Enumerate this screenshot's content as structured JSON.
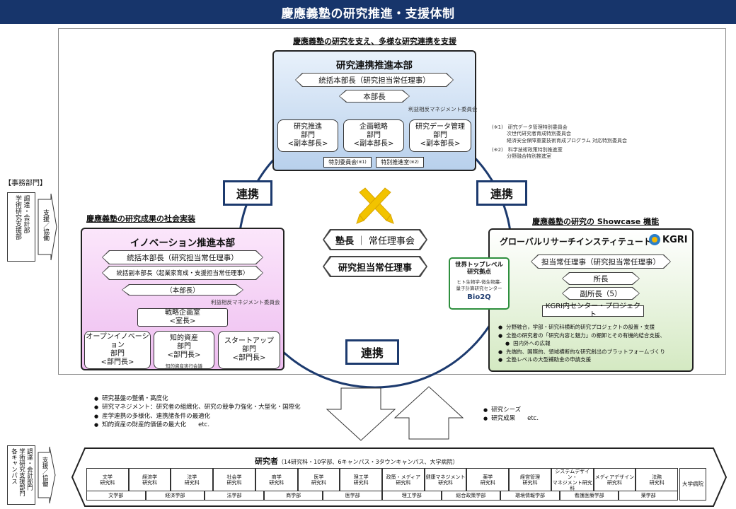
{
  "header": {
    "title": "慶應義塾の研究推進・支援体制"
  },
  "top": {
    "caption": "慶應義塾の研究を支え、多様な研究連携を支援",
    "title": "研究連携推進本部",
    "r1": "統括本部長（研究担当常任理事）",
    "r2": "本部長",
    "mgmt": "利益相反マネジメント委員会",
    "depts": [
      "研究推進\n部門\n<副本部長>",
      "企画戦略\n部門\n<副本部長>",
      "研究データ管理\n部門\n<副本部長>"
    ],
    "small1": "特別委員会",
    "small1_sup": "(※1)",
    "small2": "特別推進室",
    "small2_sup": "(※2)"
  },
  "notes": {
    "n1": "(※1)　研究データ管理特別委員会\n　　　次世代研究者育成特別委員会\n　　　経済安全保障重要技術育成プログラム 対応特別委員会",
    "n2": "(※2)　科学技術政策特別推進室\n　　　分野融合特別推進室"
  },
  "renkei": {
    "left": "連携",
    "right": "連携",
    "bottom": "連携"
  },
  "center": {
    "juku": "塾長",
    "divider": "｜",
    "jonin": "常任理事会",
    "research": "研究担当常任理事"
  },
  "left": {
    "caption": "慶應義塾の研究成果の社会実装",
    "title": "イノベーション推進本部",
    "r1": "統括本部長（研究担当常任理事）",
    "r2": "統括副本部長（起業家育成・支援担当常任理事）",
    "r3": "（本部長）",
    "mgmt": "利益相反マネジメント委員会",
    "strategy": "戦略企画室\n<室長>",
    "depts": [
      "オープンイノベーション\n部門\n<部門長>",
      "知的資産\n部門\n<部門長>",
      "スタートアップ\n部門\n<部門長>"
    ],
    "sub": "知的資産実行会議"
  },
  "right": {
    "caption": "慶應義塾の研究の Showcase 機能",
    "title": "グローバルリサーチインスティテュート",
    "logo": "KGRI",
    "r1": "担当常任理事（研究担当常任理事）",
    "r2": "所長",
    "r3": "副所長（5）",
    "center_box": "KGRI内センター・プロジェクト",
    "bullets": [
      "分野融合，学部・研究科横断的研究プロジェクトの設置・支援",
      "全塾の研究者の「研究内容と魅力」の棚卸とその有機的結合支援、",
      "国内外への広報",
      "先端的、国際的、領域横断的な研究創出のプラットフォームづくり",
      "全塾レベルの大型補助金の申請支援"
    ],
    "top_title": "世界トップレベル\n研究拠点",
    "top_desc": "ヒト生物学-微生物叢-\n量子計算研究センター",
    "top_logo": "Bio2Q"
  },
  "side": {
    "label": "【事務部門】",
    "col_a": [
      "学術研究支援部",
      "調達・会計部"
    ],
    "arrow": "支援／協働",
    "bottom_col_a": [
      "各キャンパス",
      "学術研究支援部門",
      "調達・会計部門"
    ],
    "bottom_arrow": "支援／協働"
  },
  "middle": {
    "left_bullets": [
      "研究基盤の整備・高度化",
      "研究マネジメント：研究者の組織化、研究の競争力強化・大型化・国際化",
      "産学連携の多様化、連携諸条件の最適化",
      "知的資産の財産的価値の最大化　　etc."
    ],
    "right_bullets": [
      "研究シーズ",
      "研究成果　　etc."
    ]
  },
  "researchers": {
    "title": "研究者",
    "subtitle": "（14研究科・10学部、6キャンパス・3タウンキャンパス、大学病院）",
    "grad": [
      "文学\n研究科",
      "経済学\n研究科",
      "法学\n研究科",
      "社会学\n研究科",
      "商学\n研究科",
      "医学\n研究科",
      "理工学\n研究科",
      "政策・メディア\n研究科",
      "健康マネジメント\n研究科",
      "薬学\n研究科",
      "経営管理\n研究科",
      "システムデザイン・\nマネジメント研究科",
      "メディアデザイン\n研究科",
      "法務\n研究科"
    ],
    "undergrad": [
      "文学部",
      "経済学部",
      "法学部",
      "商学部",
      "医学部",
      "理工学部",
      "総合政策学部",
      "環境情報学部",
      "看護医療学部",
      "薬学部"
    ],
    "hospital": "大学病院"
  },
  "colors": {
    "navy": "#17356b",
    "blue": "#b8d0ec",
    "pink": "#eebdf0",
    "green": "#d4e9c2"
  }
}
